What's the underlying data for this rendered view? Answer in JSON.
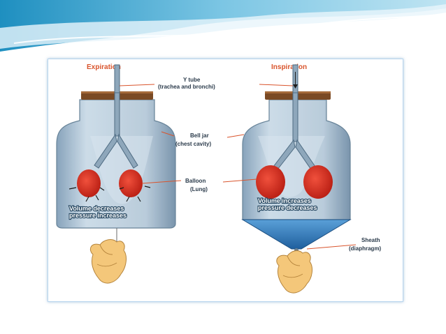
{
  "headings": {
    "expiration": "Expiration",
    "inspiration": "Inspiration"
  },
  "labels": {
    "y_tube_1": "Y tube",
    "y_tube_2": "(trachea and bronchi)",
    "bell_jar_1": "Bell jar",
    "bell_jar_2": "(chest cavity)",
    "balloon_1": "Balloon",
    "balloon_2": "(Lung)",
    "sheath_1": "Sheath",
    "sheath_2": "(diaphragm)"
  },
  "captions": {
    "expiration_1": "Volume decreases",
    "expiration_2": "pressure increases",
    "inspiration_1": "Volume increases",
    "inspiration_2": "pressure decreases"
  },
  "colors": {
    "heading": "#d9542c",
    "balloon": "#d8261a",
    "glass": "#9cb6cc",
    "cork": "#7a4a24",
    "sheath": "#3f86c8",
    "hand": "#f4c77a"
  },
  "icons": {
    "hand": "pinching-hand-icon"
  }
}
